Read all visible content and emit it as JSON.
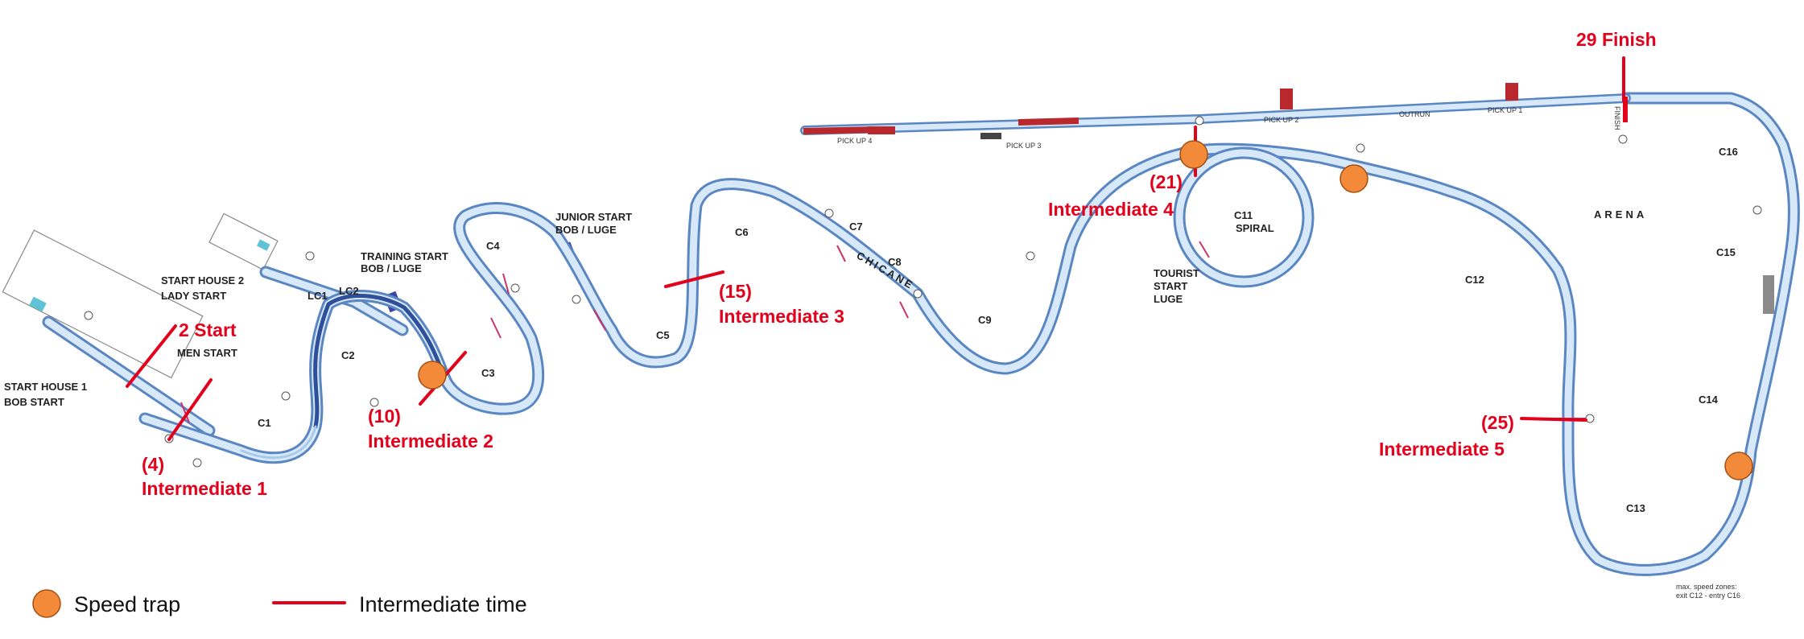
{
  "labels": {
    "start_house_1": [
      "START HOUSE 1",
      "BOB START"
    ],
    "start_house_2": [
      "START HOUSE 2",
      "LADY START"
    ],
    "men_start": "MEN START",
    "training_start": [
      "TRAINING START",
      "BOB / LUGE"
    ],
    "junior_start": [
      "JUNIOR START",
      "BOB / LUGE"
    ],
    "tourist_start": [
      "TOURIST",
      "START",
      "LUGE"
    ],
    "spiral": "SPIRAL",
    "chicane": "CHICANE",
    "arena": "ARENA",
    "outrun": "OUTRUN",
    "finish_small": "FINISH",
    "pickup_1": "PICK UP 1",
    "pickup_2": "PICK UP 2",
    "pickup_3": "PICK UP 3",
    "pickup_4": "PICK UP 4",
    "lc1": "LC1",
    "lc2": "LC2",
    "curves": [
      "C1",
      "C2",
      "C3",
      "C4",
      "C5",
      "C6",
      "C7",
      "C8",
      "C9",
      "C11",
      "C12",
      "C13",
      "C14",
      "C15",
      "C16"
    ],
    "note": [
      "max. speed zones:",
      "exit C12 - entry C16"
    ]
  },
  "annotations": {
    "start": "2 Start",
    "finish": "29 Finish",
    "int1": [
      "(4)",
      "Intermediate 1"
    ],
    "int2": [
      "(10)",
      "Intermediate 2"
    ],
    "int3": [
      "(15)",
      "Intermediate 3"
    ],
    "int4": [
      "(21)",
      "Intermediate 4"
    ],
    "int5": [
      "(25)",
      "Intermediate 5"
    ]
  },
  "legend": {
    "speed_trap": "Speed trap",
    "intermediate_time": "Intermediate time"
  },
  "colors": {
    "annotation": "#e3001b",
    "speed_trap": "#f28a3a",
    "track": "#5a86c2"
  }
}
